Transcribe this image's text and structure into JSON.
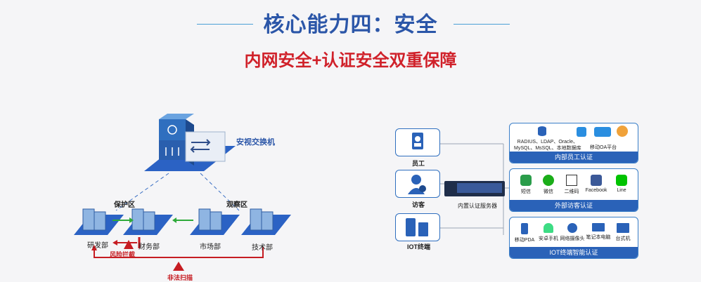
{
  "header": {
    "title": "核心能力四：安全",
    "subtitle": "内网安全+认证安全双重保障"
  },
  "left": {
    "switch_label": "安视交换机",
    "zone_protect": "保护区",
    "zone_observe": "观察区",
    "departments": [
      "研发部",
      "财务部",
      "市场部",
      "技术部"
    ],
    "risk_block": "风险拦截",
    "illegal_scan": "非法扫描"
  },
  "right": {
    "users": [
      "员工",
      "访客",
      "IOT终端"
    ],
    "server_label": "内置认证服务器",
    "panels": [
      {
        "bar": "内部员工认证",
        "items": [
          "RADIUS、LDAP、Oracle、\nMySQL、MsSQL、本地数据库",
          "移动OA平台"
        ]
      },
      {
        "bar": "外部访客认证",
        "items": [
          "短信",
          "微信",
          "二维码",
          "Facebook",
          "Line"
        ]
      },
      {
        "bar": "IOT终端智能认证",
        "items": [
          "移动PDA",
          "安卓手机",
          "网络摄像头",
          "笔记本电脑",
          "台式机"
        ]
      }
    ]
  },
  "colors": {
    "title": "#2b56a8",
    "subtitle": "#d0212a",
    "accent": "#2a62b8",
    "arrow_red": "#c61c22",
    "arrow_green": "#2eaa3a"
  }
}
